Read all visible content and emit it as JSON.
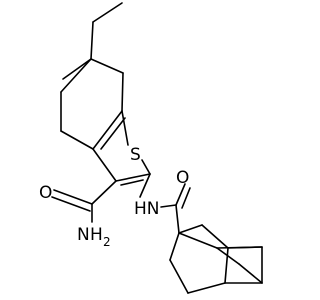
{
  "molecule": {
    "atom_labels": {
      "sulfur": "S",
      "amide_oxygen_left": "O",
      "amine_nitrogen": "N",
      "amine_subscript": "H",
      "amine_subscript_count": "2",
      "nh_linker": "HN",
      "amide_oxygen_right": "O"
    },
    "colors": {
      "bond": "#000000",
      "label": "#000000",
      "background": "#ffffff"
    }
  }
}
